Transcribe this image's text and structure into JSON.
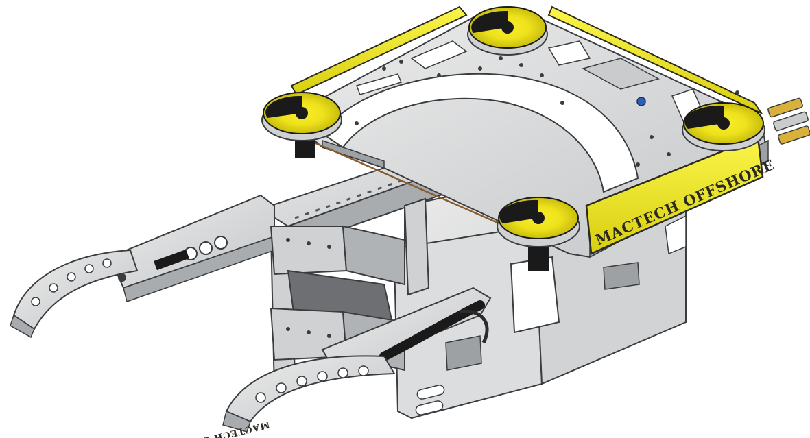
{
  "image": {
    "subject": "gripper-tool-assembly",
    "colors": {
      "steel": "#d9dadb",
      "steel_dark": "#8c8f92",
      "edge": "#3a3c3f",
      "accent_yellow": "#f2ec26",
      "motor_black": "#1a1a1a",
      "hose": "#2b2b2b",
      "cable": "#8a5a2c"
    }
  },
  "labels": {
    "side_plate_text": "MACTECH OFFSHORE",
    "arm_text": "MACTECH OFFSHORE"
  }
}
